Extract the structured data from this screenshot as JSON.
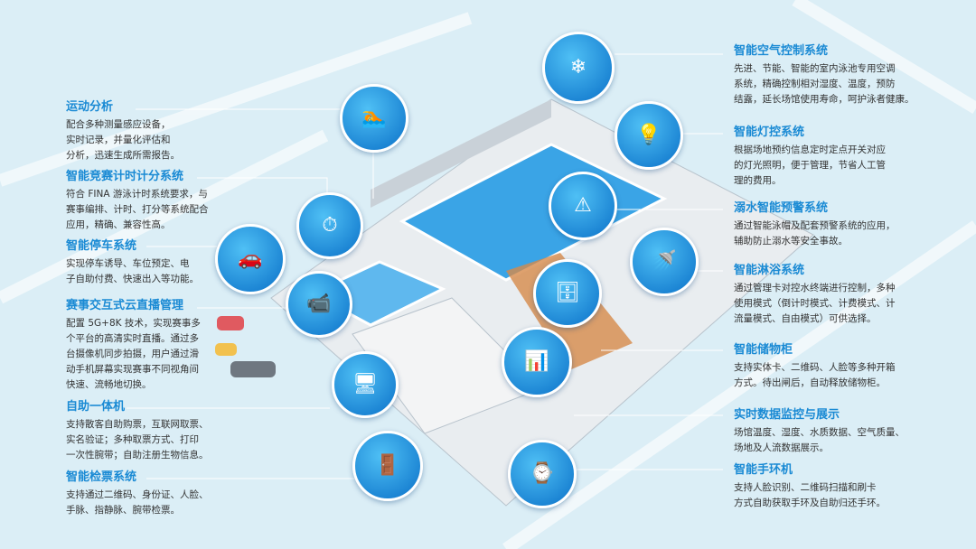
{
  "colors": {
    "title": "#1a8ad4",
    "text": "#333333",
    "background": "#dbeef6",
    "water": "#3aa4e6",
    "circle": "#0a78d0"
  },
  "left": [
    {
      "title": "运动分析",
      "lines": [
        "配合多种测量感应设备，",
        "实时记录，并量化评估和",
        "分析，迅速生成所需报告。"
      ],
      "icon": "runner-icon"
    },
    {
      "title": "智能竞赛计时计分系统",
      "lines": [
        "符合 FINA 游泳计时系统要求，与",
        "赛事编排、计时、打分等系统配合",
        "应用，精确、兼容性高。"
      ],
      "icon": "scoreboard-icon"
    },
    {
      "title": "智能停车系统",
      "lines": [
        "实现停车诱导、车位预定、电",
        "子自助付费、快速出入等功能。"
      ],
      "icon": "car-icon"
    },
    {
      "title": "赛事交互式云直播管理",
      "lines": [
        "配置 5G+8K 技术，实现赛事多",
        "个平台的高清实时直播。通过多",
        "台摄像机同步拍摄，用户通过滑",
        "动手机屏幕实现赛事不同视角间",
        "快速、流畅地切换。"
      ],
      "icon": "pool-camera-icon"
    },
    {
      "title": "自助一体机",
      "lines": [
        "支持散客自助购票，互联网取票、",
        "实名验证；多种取票方式、打印",
        "一次性腕带；自助注册生物信息。"
      ],
      "icon": "kiosk-icon"
    },
    {
      "title": "智能检票系统",
      "lines": [
        "支持通过二维码、身份证、人脸、",
        "手脉、指静脉、腕带检票。"
      ],
      "icon": "gate-icon"
    }
  ],
  "right": [
    {
      "title": "智能空气控制系统",
      "lines": [
        "先进、节能、智能的室内泳池专用空调",
        "系统，精确控制相对湿度、温度，预防",
        "结露，延长场馆使用寿命，呵护泳者健康。"
      ],
      "icon": "air-conditioner-icon"
    },
    {
      "title": "智能灯控系统",
      "lines": [
        "根据场地预约信息定时定点开关对应",
        "的灯光照明，便于管理，节省人工管",
        "理的费用。"
      ],
      "icon": "light-bulb-icon"
    },
    {
      "title": "溺水智能预警系统",
      "lines": [
        "通过智能泳帽及配套预警系统的应用，",
        "辅助防止溺水等安全事故。"
      ],
      "icon": "swim-cap-alert-icon"
    },
    {
      "title": "智能淋浴系统",
      "lines": [
        "通过管理卡对控水终端进行控制，多种",
        "使用模式（倒计时模式、计费模式、计",
        "流量模式、自由模式）可供选择。"
      ],
      "icon": "shower-icon"
    },
    {
      "title": "智能储物柜",
      "lines": [
        "支持实体卡、二维码、人脸等多种开箱",
        "方式。待出闸后，自动释放储物柜。"
      ],
      "icon": "locker-icon"
    },
    {
      "title": "实时数据监控与展示",
      "lines": [
        "场馆温度、湿度、水质数据、空气质量、",
        "场地及人流数据展示。"
      ],
      "icon": "dashboard-icon"
    },
    {
      "title": "智能手环机",
      "lines": [
        "支持人脸识别、二维码扫描和刷卡",
        "方式自助获取手环及自助归还手环。"
      ],
      "icon": "wristband-machine-icon"
    }
  ]
}
